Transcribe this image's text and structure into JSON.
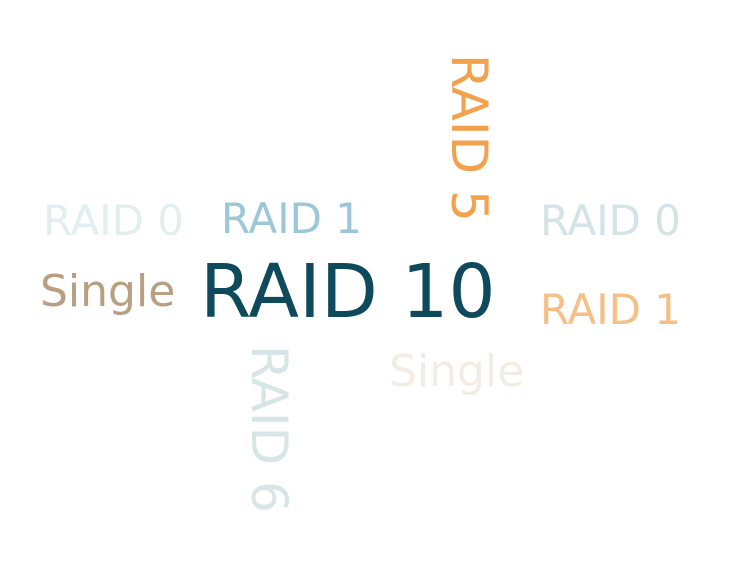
{
  "cloud": {
    "words": {
      "raid10": {
        "text": "RAID 10",
        "color": "#0e4a5c"
      },
      "raid1a": {
        "text": "RAID 1",
        "color": "#9cc6d9"
      },
      "raid0a": {
        "text": "RAID 0",
        "color": "#e3eef0"
      },
      "single1": {
        "text": "Single",
        "color": "#b99f82"
      },
      "raid5": {
        "text": "RAID 5",
        "color": "#f2a14c"
      },
      "raid0b": {
        "text": "RAID 0",
        "color": "#d3e3e6"
      },
      "raid1b": {
        "text": "RAID 1",
        "color": "#f6bf85"
      },
      "single2": {
        "text": "Single",
        "color": "#f3ece4"
      },
      "raid6": {
        "text": "RAID 6",
        "color": "#d7e5e7"
      }
    }
  }
}
